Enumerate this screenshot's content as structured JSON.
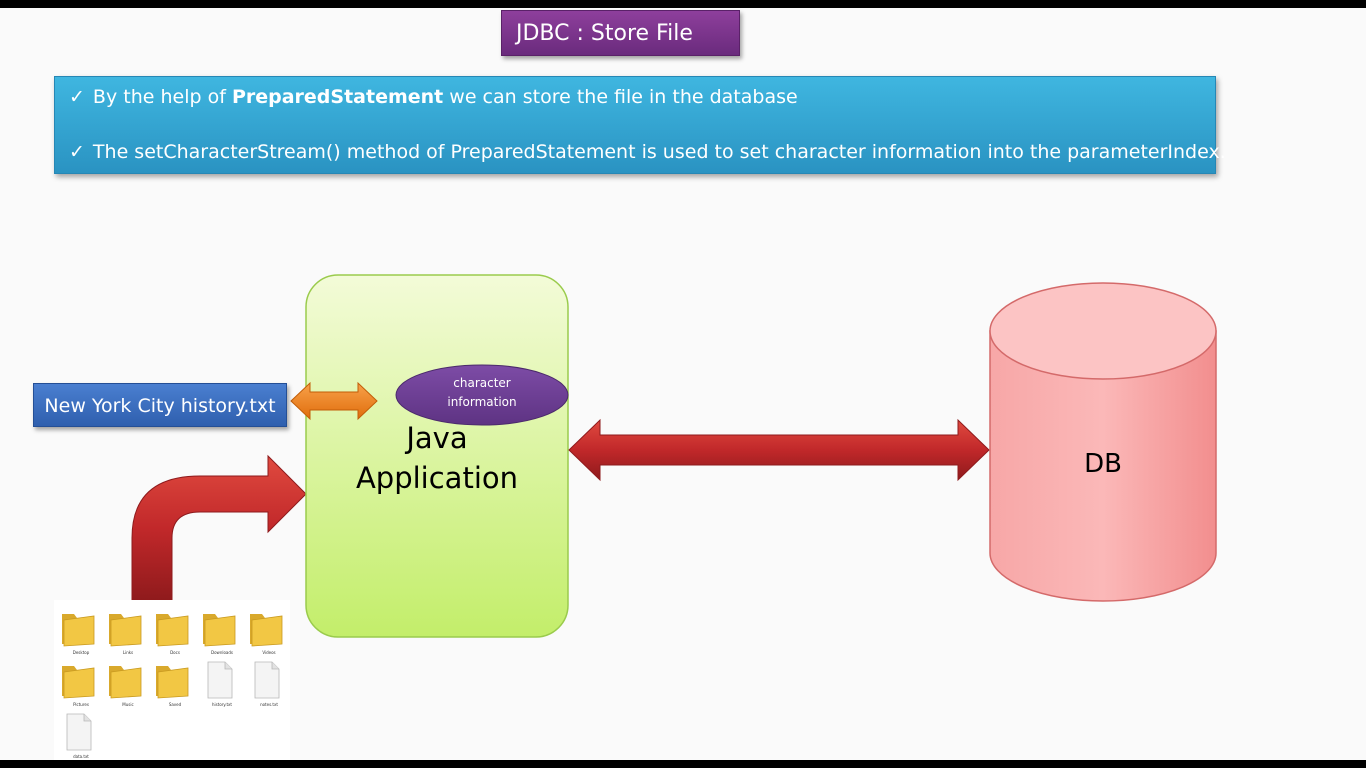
{
  "title": "JDBC : Store File",
  "bullets": {
    "b1_prefix": "By the help of ",
    "b1_bold": "PreparedStatement",
    "b1_suffix": " we can store the file in the database",
    "b2": "The setCharacterStream() method of PreparedStatement is used to set character information into the parameterIndex."
  },
  "check_glyph": "✓",
  "file_label": "New York City history.txt",
  "oval": {
    "line1": "character",
    "line2": "information"
  },
  "java_app": {
    "line1": "Java",
    "line2": "Application"
  },
  "db_label": "DB",
  "explorer_items": [
    {
      "type": "folder",
      "caption": "Desktop"
    },
    {
      "type": "folder",
      "caption": "Links"
    },
    {
      "type": "folder",
      "caption": "Docs"
    },
    {
      "type": "folder",
      "caption": "Downloads"
    },
    {
      "type": "folder",
      "caption": "Videos"
    },
    {
      "type": "folder",
      "caption": "Pictures"
    },
    {
      "type": "folder",
      "caption": "Music"
    },
    {
      "type": "folder",
      "caption": "Saved"
    },
    {
      "type": "file",
      "caption": "history.txt"
    },
    {
      "type": "file",
      "caption": "notes.txt"
    },
    {
      "type": "file",
      "caption": "data.txt"
    }
  ],
  "colors": {
    "title_bg": "#7a3590",
    "info_bg": "#35a7d6",
    "file_label_bg": "#3b6fc2",
    "java_box_top": "#f3fbd8",
    "java_box_bottom": "#c3ee6a",
    "oval": "#6d3f96",
    "orange_arrow": "#f07f1b",
    "red_arrow": "#c1282a",
    "db_fill": "#f79c9c",
    "folder": "#f2c744"
  }
}
